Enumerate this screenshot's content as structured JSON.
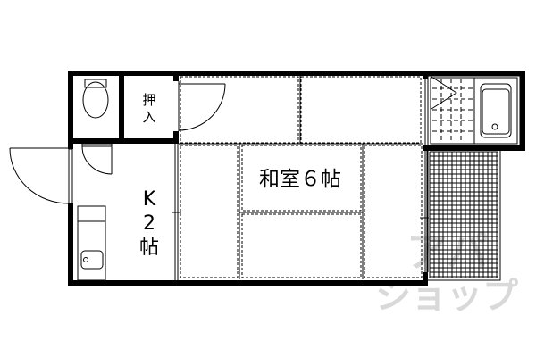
{
  "floorplan": {
    "rooms": {
      "washitsu": {
        "label": "和室６帖",
        "type": "japanese-room",
        "size_jo": 6
      },
      "kitchen": {
        "label_k": "K",
        "label_num": "2",
        "label_unit": "帖",
        "type": "kitchen",
        "size_jo": 2
      },
      "oshiire": {
        "label_top": "押",
        "label_bottom": "入",
        "type": "closet"
      },
      "toilet": {
        "type": "toilet"
      },
      "bath": {
        "type": "unit-bath"
      },
      "balcony": {
        "type": "balcony"
      }
    },
    "watermark": {
      "line1": "アパ",
      "line2": "ショップ"
    },
    "colors": {
      "wall": "#000000",
      "background": "#ffffff",
      "watermark": "#d9d9d9"
    }
  }
}
